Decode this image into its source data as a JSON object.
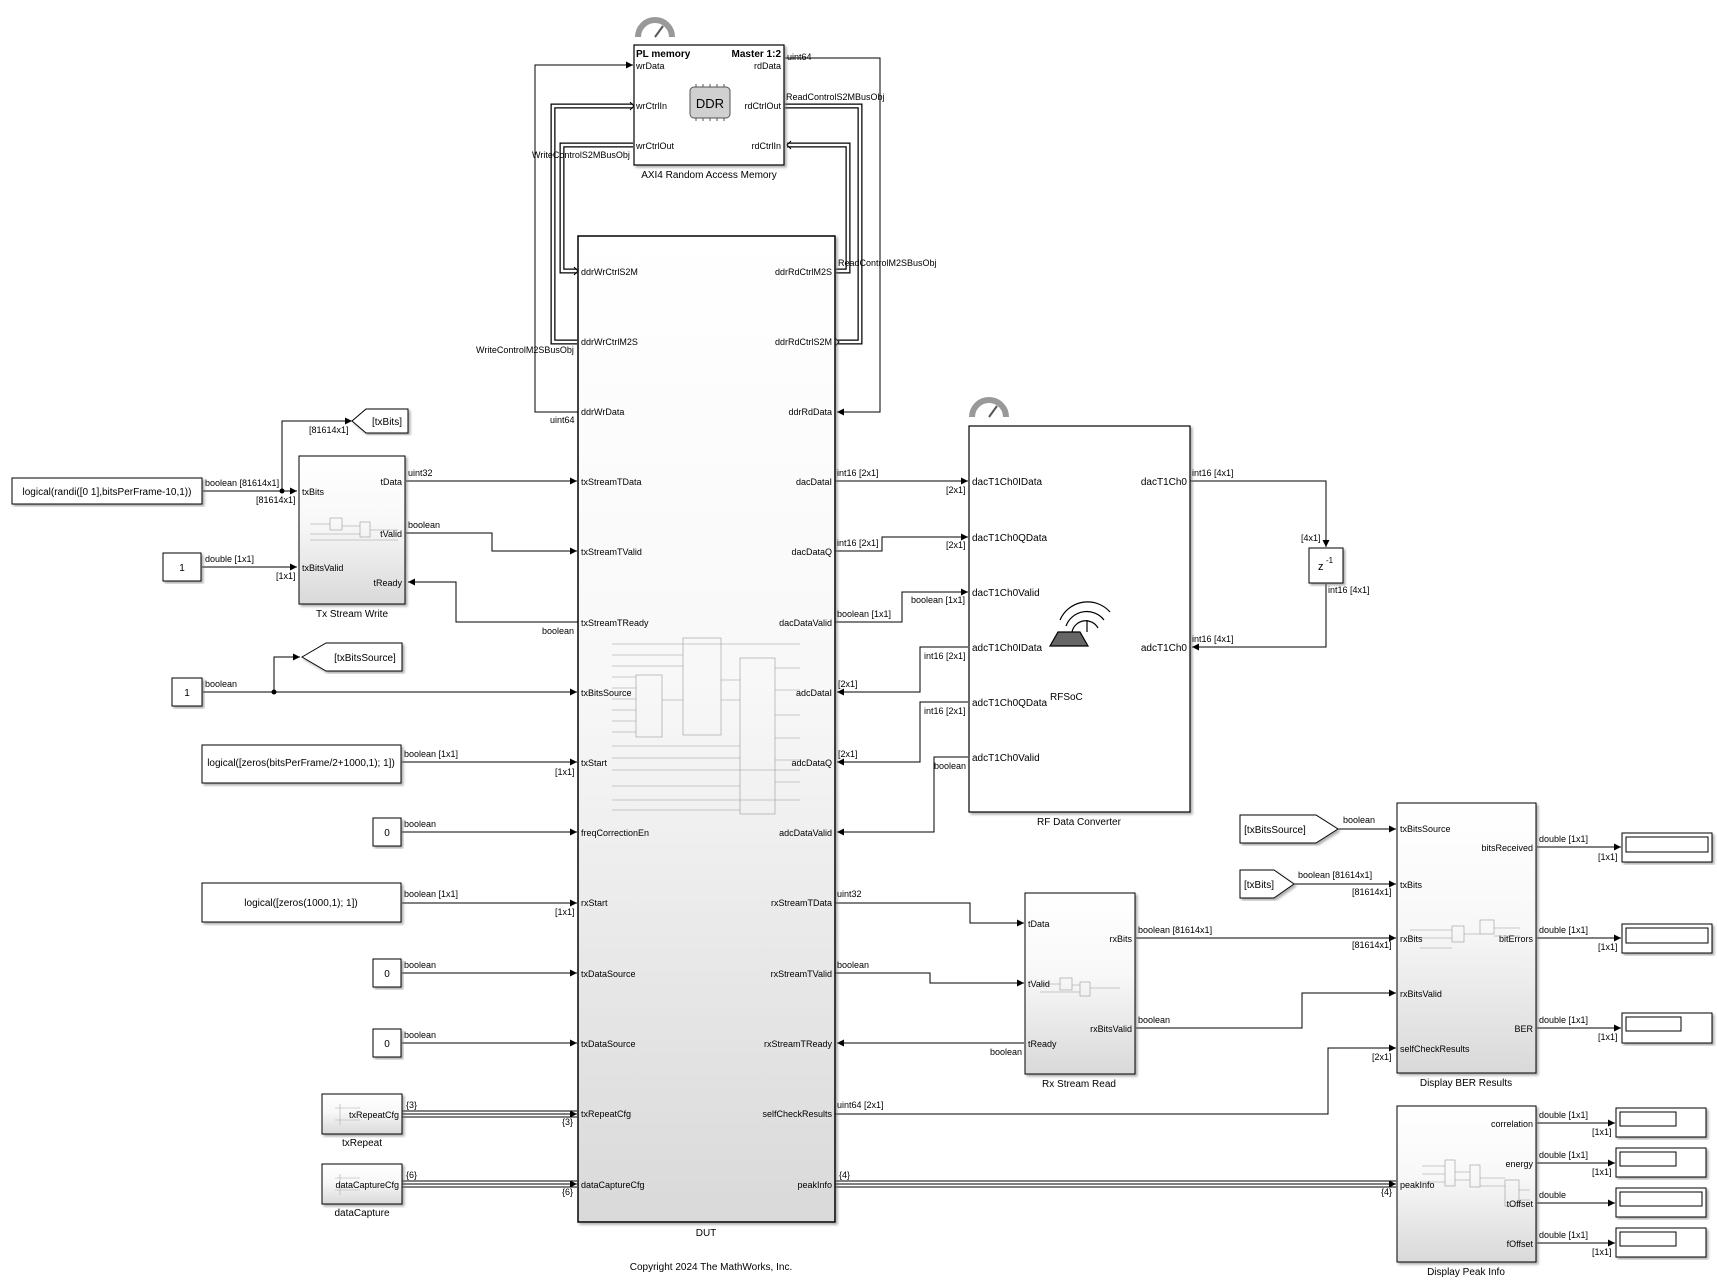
{
  "blocks": {
    "pl_memory": {
      "title": "PL memory",
      "mode": "Master 1:2",
      "chip": "DDR",
      "caption": "AXI4 Random Access Memory",
      "ports_in": [
        "wrData",
        "wrCtrlIn",
        "wrCtrlOut"
      ],
      "ports_out": [
        "rdData",
        "rdCtrlOut",
        "rdCtrlIn"
      ]
    },
    "dut": {
      "caption": "DUT",
      "ports_in": [
        "ddrWrCtrlS2M",
        "ddrWrCtrlM2S",
        "ddrWrData",
        "txStreamTData",
        "txStreamTValid",
        "txStreamTReady",
        "txBitsSource",
        "txStart",
        "freqCorrectionEn",
        "rxStart",
        "txDataSource",
        "txDataSource",
        "txRepeatCfg",
        "dataCaptureCfg"
      ],
      "ports_out": [
        "ddrRdCtrlM2S",
        "ddrRdCtrlS2M",
        "ddrRdData",
        "dacDataI",
        "dacDataQ",
        "dacDataValid",
        "adcDataI",
        "adcDataQ",
        "adcDataValid",
        "rxStreamTData",
        "rxStreamTValid",
        "rxStreamTReady",
        "selfCheckResults",
        "peakInfo"
      ]
    },
    "rf": {
      "caption": "RF Data Converter",
      "center": "RFSoC",
      "ports_in": [
        "dacT1Ch0IData",
        "dacT1Ch0QData",
        "dacT1Ch0Valid",
        "adcT1Ch0IData",
        "adcT1Ch0QData",
        "adcT1Ch0Valid"
      ],
      "ports_out": [
        "dacT1Ch0",
        "adcT1Ch0"
      ]
    },
    "tx_stream": {
      "caption": "Tx Stream Write",
      "ports_in": [
        "txBits",
        "txBitsValid"
      ],
      "ports_out": [
        "tData",
        "tValid",
        "tReady"
      ]
    },
    "rx_stream": {
      "caption": "Rx Stream Read",
      "ports_in": [
        "tData",
        "tValid",
        "tReady"
      ],
      "ports_out": [
        "rxBits",
        "rxBitsValid"
      ]
    },
    "ber": {
      "caption": "Display BER Results",
      "ports_in": [
        "txBitsSource",
        "txBits",
        "rxBits",
        "rxBitsValid",
        "selfCheckResults"
      ],
      "ports_out": [
        "bitsReceived",
        "bitErrors",
        "BER"
      ]
    },
    "peak": {
      "caption": "Display Peak Info",
      "ports_in": [
        "peakInfo"
      ],
      "ports_out": [
        "correlation",
        "energy",
        "tOffset",
        "fOffset"
      ]
    },
    "delay": {
      "label": "z",
      "exp": "-1"
    },
    "txRepeat": {
      "port": "txRepeatCfg",
      "caption": "txRepeat"
    },
    "dataCapture": {
      "port": "dataCaptureCfg",
      "caption": "dataCapture"
    }
  },
  "constants": {
    "randi": "logical(randi([0 1],bitsPerFrame-10,1))",
    "one_a": "1",
    "one_b": "1",
    "txstart": "logical([zeros(bitsPerFrame/2+1000,1); 1])",
    "zero_a": "0",
    "rxstart": "logical([zeros(1000,1); 1])",
    "zero_b": "0",
    "zero_c": "0"
  },
  "tags": {
    "txBits_goto": "[txBits]",
    "txBitsSource_goto": "[txBitsSource]",
    "txBitsSource_from": "[txBitsSource]",
    "txBits_from": "[txBits]"
  },
  "signals": {
    "uint64": "uint64",
    "rdctrl_obj": "ReadControlS2MBusObj",
    "wrctrl_obj": "WriteControlS2MBusObj",
    "rdctrl_m2s": "ReadControlM2SBusObj",
    "wrctrl_m2s": "WriteControlM2SBusObj",
    "dim_81614": "[81614x1]",
    "bool_81614": "boolean [81614x1]",
    "bool_1x1": "boolean [1x1]",
    "dim_1x1": "[1x1]",
    "double_1x1": "double [1x1]",
    "double": "double",
    "uint32": "uint32",
    "boolean": "boolean",
    "int16_2x1": "int16 [2x1]",
    "dim_2x1": "[2x1]",
    "int16_4x1": "int16 [4x1]",
    "dim_4x1": "[4x1]",
    "uint64_2x1": "uint64 [2x1]",
    "dim_3": "{3}",
    "dim_6": "{6}",
    "dim_4": "{4}"
  },
  "footer": {
    "copyright": "Copyright 2024 The MathWorks, Inc."
  }
}
